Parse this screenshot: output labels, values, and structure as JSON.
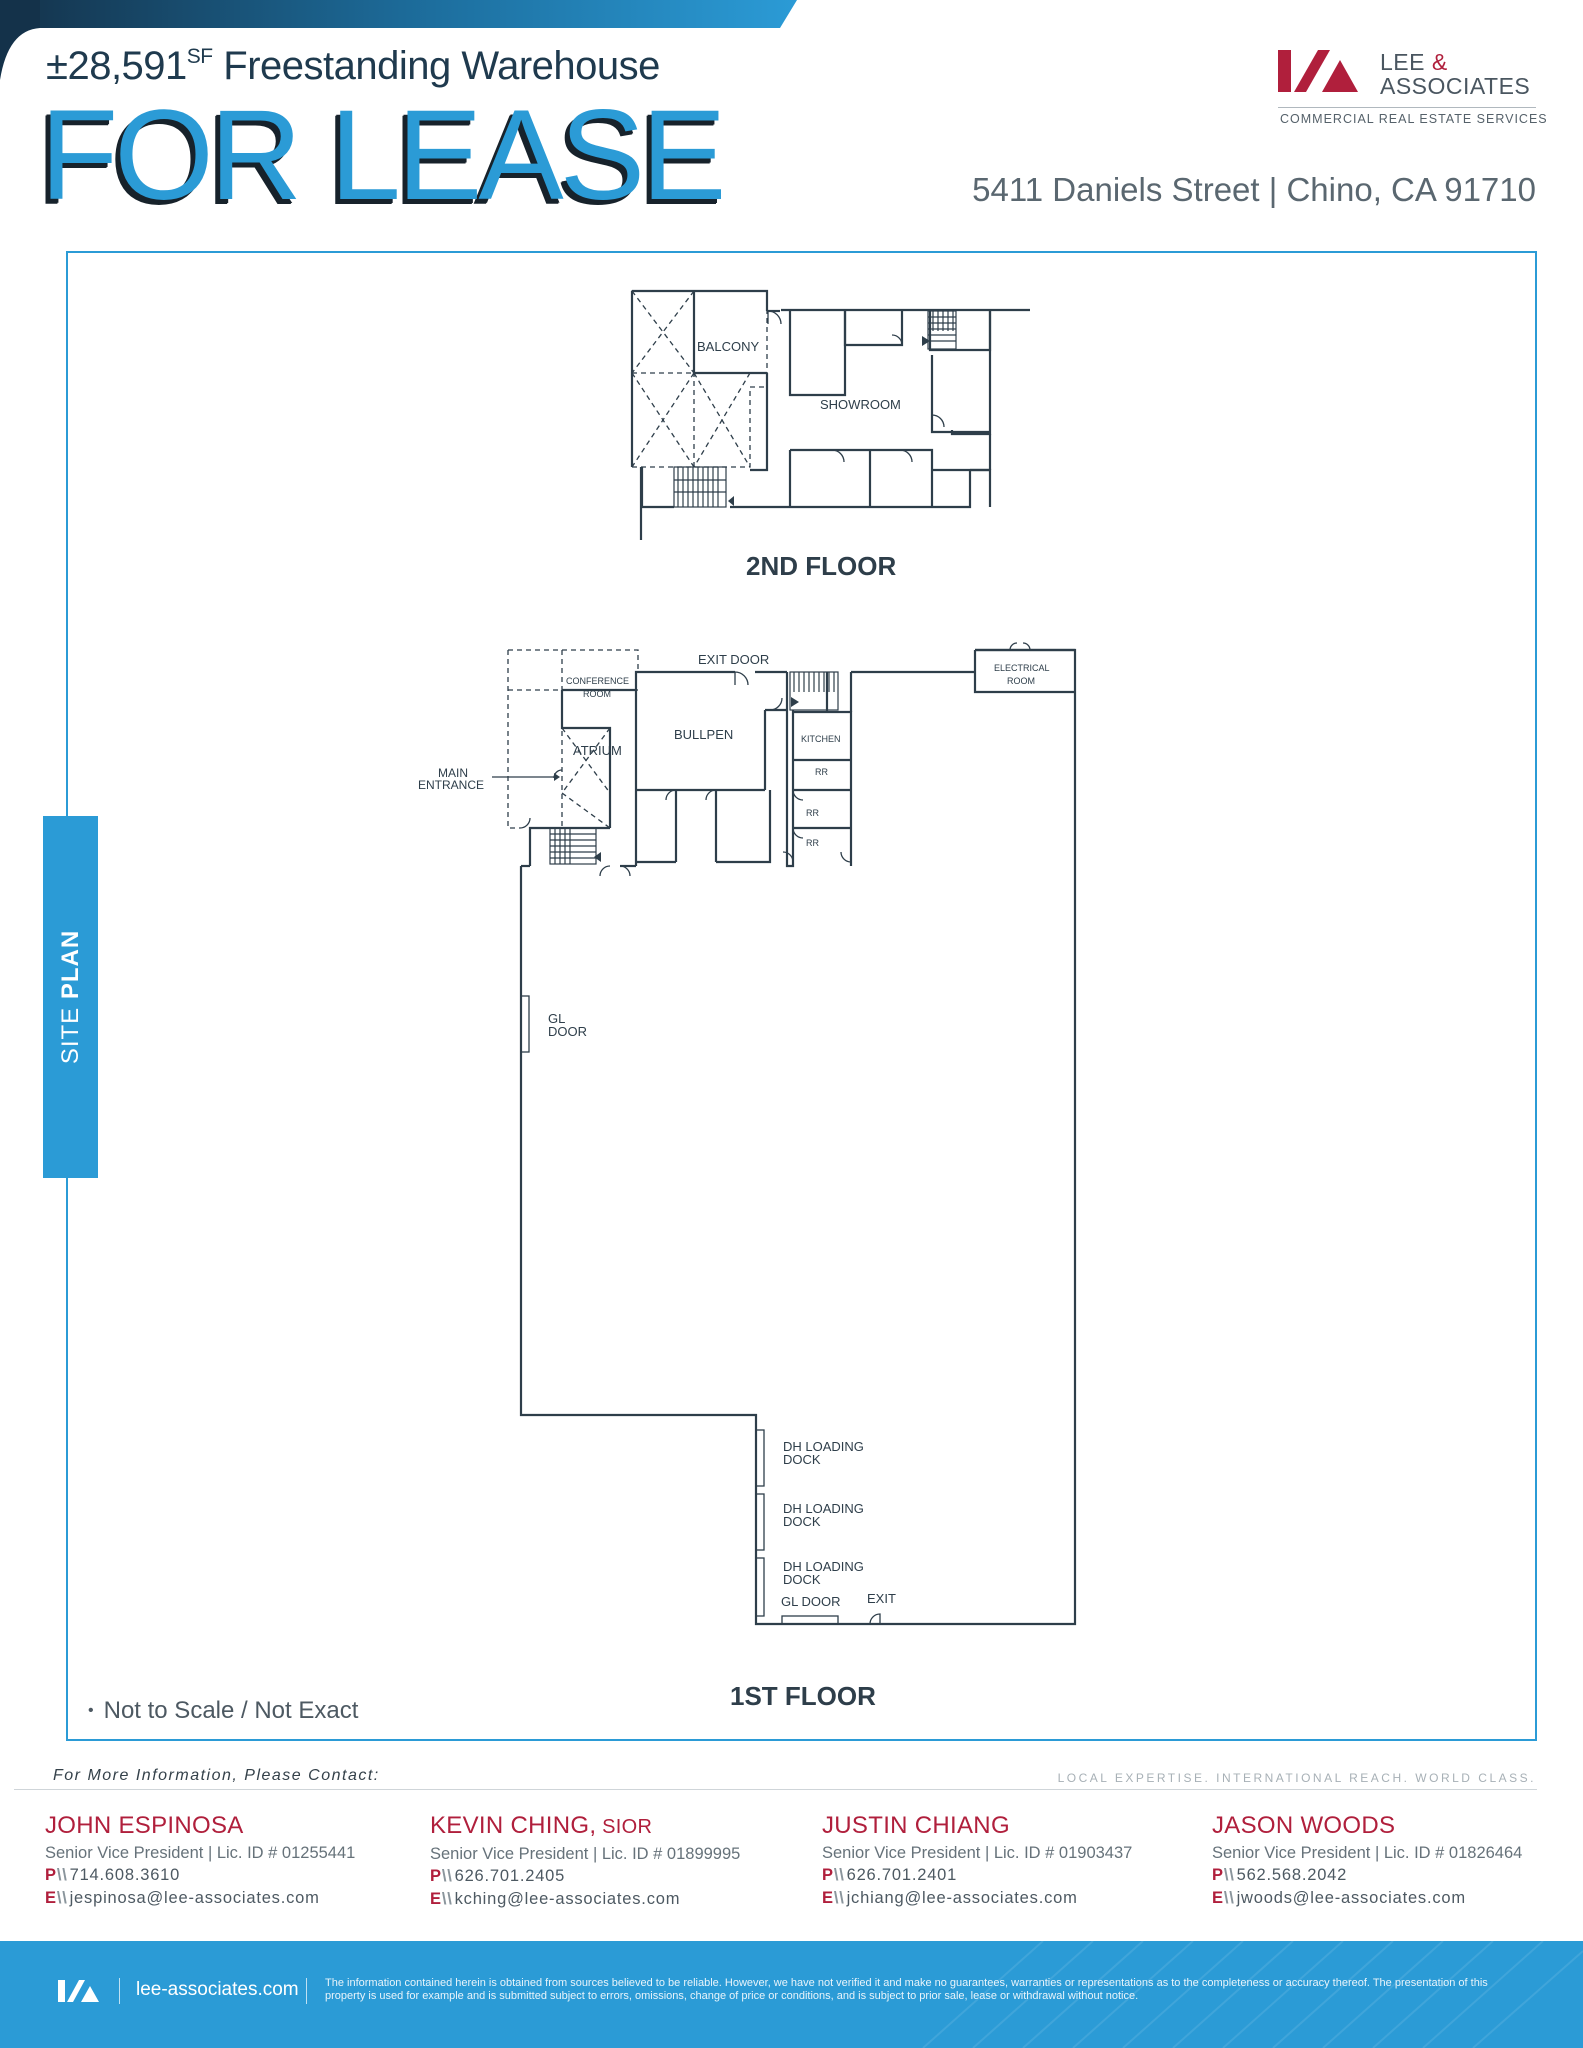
{
  "header": {
    "size_prefix": "±28,591",
    "size_unit": "SF",
    "property_type": " Freestanding Warehouse",
    "headline": "FOR LEASE",
    "address": "5411 Daniels Street | Chino, CA 91710"
  },
  "brand": {
    "name_line1": "LEE",
    "name_amp": "&",
    "name_line2": "ASSOCIATES",
    "tagline": "COMMERCIAL REAL ESTATE SERVICES"
  },
  "site_tab": {
    "word1": "SITE",
    "word2": "PLAN"
  },
  "plan": {
    "second_floor_title": "2ND FLOOR",
    "first_floor_title": "1ST FLOOR",
    "labels": {
      "balcony": "BALCONY",
      "showroom": "SHOWROOM",
      "exit_door": "EXIT DOOR",
      "electrical_1": "ELECTRICAL",
      "electrical_2": "ROOM",
      "conference_1": "CONFERENCE",
      "conference_2": "ROOM",
      "bullpen": "BULLPEN",
      "atrium": "ATRIUM",
      "kitchen": "KITCHEN",
      "rr": "RR",
      "main_1": "MAIN",
      "main_2": "ENTRANCE",
      "gl_1": "GL",
      "gl_2": "DOOR",
      "dh_1": "DH LOADING",
      "dh_2": "DOCK",
      "gl_door": "GL DOOR",
      "exit": "EXIT"
    }
  },
  "note": "Not to Scale / Not Exact",
  "contact": {
    "label": "For More Information, Please Contact:",
    "tagline": "LOCAL EXPERTISE. INTERNATIONAL REACH. WORLD CLASS.",
    "phone_key": "P",
    "email_key": "E",
    "separator": "\\\\",
    "agents": [
      {
        "name": "JOHN ESPINOSA",
        "cred": "",
        "title": "Senior Vice President | Lic. ID # 01255441",
        "phone": "714.608.3610",
        "email": "jespinosa@lee-associates.com"
      },
      {
        "name": "KEVIN CHING,",
        "cred": " SIOR",
        "title": "Senior Vice President | Lic. ID # 01899995",
        "phone": "626.701.2405",
        "email": "kching@lee-associates.com"
      },
      {
        "name": "JUSTIN CHIANG",
        "cred": "",
        "title": "Senior Vice President | Lic. ID # 01903437",
        "phone": "626.701.2401",
        "email": "jchiang@lee-associates.com"
      },
      {
        "name": "JASON WOODS",
        "cred": "",
        "title": "Senior Vice President | Lic. ID # 01826464",
        "phone": "562.568.2042",
        "email": "jwoods@lee-associates.com"
      }
    ]
  },
  "footer": {
    "website": "lee-associates.com",
    "disclaimer": "The information contained herein is obtained from sources believed to be reliable. However, we have not verified it and make no guarantees, warranties or representations as to the completeness or accuracy thereof. The presentation of this property is used for example and is submitted subject to errors, omissions, change of price or conditions, and is subject to prior sale, lease or withdrawal without notice."
  },
  "colors": {
    "accent_blue": "#2b9bd6",
    "brand_red": "#b01f3c",
    "navy": "#1f3a4e"
  }
}
